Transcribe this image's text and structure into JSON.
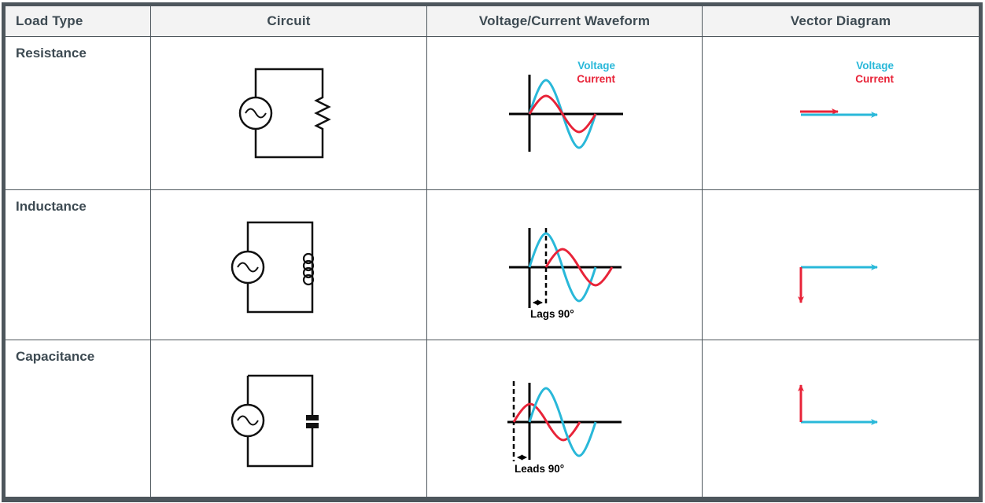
{
  "header": {
    "load_type": "Load Type",
    "circuit": "Circuit",
    "waveform": "Voltage/Current Waveform",
    "vector": "Vector Diagram"
  },
  "legend": {
    "voltage": "Voltage",
    "current": "Current"
  },
  "rows": [
    {
      "label": "Resistance",
      "circuit_component": "resistor",
      "waveform": {
        "phase": "in_phase",
        "phase_label": ""
      },
      "vector": {
        "voltage_direction": "right",
        "current_direction": "right"
      }
    },
    {
      "label": "Inductance",
      "circuit_component": "inductor",
      "waveform": {
        "phase": "current_lags_90",
        "phase_label": "Lags 90°"
      },
      "vector": {
        "voltage_direction": "right",
        "current_direction": "down"
      }
    },
    {
      "label": "Capacitance",
      "circuit_component": "capacitor",
      "waveform": {
        "phase": "current_leads_90",
        "phase_label": "Leads 90°"
      },
      "vector": {
        "voltage_direction": "right",
        "current_direction": "up"
      }
    }
  ],
  "colors": {
    "voltage": "#29b8d9",
    "current": "#e82338",
    "table_border": "#4d565c",
    "header_bg": "#f3f3f3",
    "header_text": "#3d4a52",
    "diagram_ink": "#000000"
  }
}
